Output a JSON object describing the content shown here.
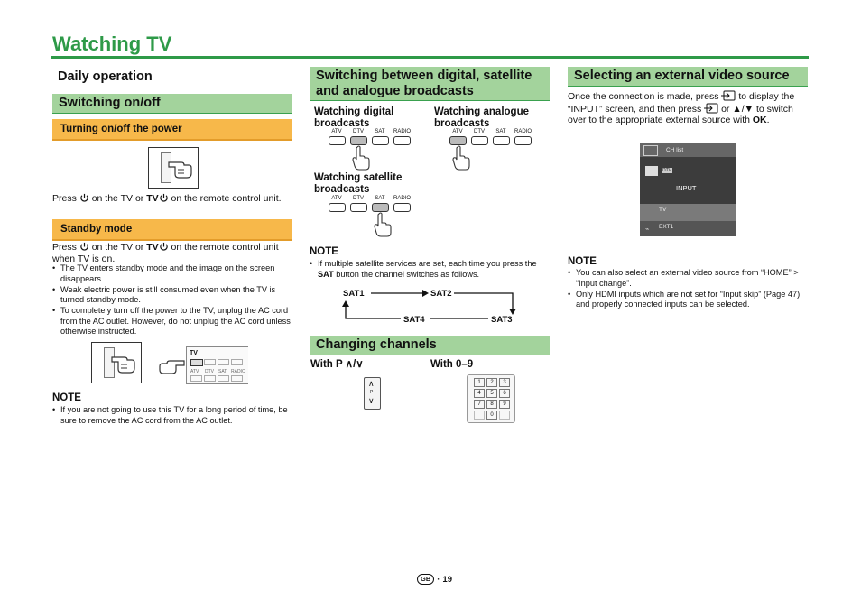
{
  "page": {
    "title": "Watching TV",
    "page_number": "19",
    "page_region": "GB"
  },
  "col1": {
    "heading": "Daily operation",
    "bar": "Switching on/off",
    "power_bar": "Turning on/off the power",
    "power_text_a": "Press",
    "power_text_b": "on the TV or",
    "power_text_tv": "TV",
    "power_text_c": "on the remote control unit.",
    "standby_bar": "Standby mode",
    "standby_text_a": "Press",
    "standby_text_b": "on the TV or",
    "standby_text_tv": "TV",
    "standby_text_c": "on the remote control unit when TV is on.",
    "bullets": [
      "The TV enters standby mode and the image on the screen disappears.",
      "Weak electric power is still consumed even when the TV is turned standby mode.",
      "To completely turn off the power to the TV, unplug the AC cord from the AC outlet. However, do not unplug the AC cord unless otherwise instructed."
    ],
    "note_heading": "NOTE",
    "note_bullet": "If you are not going to use this TV for a long period of time, be sure to remove the AC cord from the AC outlet.",
    "remote_labels": [
      "TV",
      "ATV",
      "DTV",
      "SAT",
      "RADIO"
    ]
  },
  "col2": {
    "bar": "Switching between digital, satellite and analogue broadcasts",
    "digital": "Watching digital broadcasts",
    "analogue": "Watching analogue broadcasts",
    "satellite": "Watching satellite broadcasts",
    "buttons": [
      "ATV",
      "DTV",
      "SAT",
      "RADIO"
    ],
    "note_heading": "NOTE",
    "note_a": "If multiple satellite services are set, each time you press the",
    "note_sat": "SAT",
    "note_b": "button the channel switches as follows.",
    "cycle": [
      "SAT1",
      "SAT2",
      "SAT3",
      "SAT4"
    ],
    "channels_bar": "Changing channels",
    "with_p": "With P",
    "with_p_arrows": "∧/∨",
    "with_09": "With 0–9",
    "keypad": [
      "1",
      "2",
      "3",
      "4",
      "5",
      "6",
      "7",
      "8",
      "9",
      "",
      "0",
      ""
    ]
  },
  "col3": {
    "bar": "Selecting an external video source",
    "text_a": "Once the connection is made, press",
    "text_b": "to display the “INPUT” screen, and then press",
    "text_or": "or",
    "text_c": "to switch over to the appropriate external source with",
    "text_ok": "OK",
    "text_end": ".",
    "screen": {
      "ch_list": "CH list",
      "dtv": "DTV",
      "input": "INPUT",
      "tv": "TV",
      "ext1": "EXT1"
    },
    "note_heading": "NOTE",
    "note_bullets": [
      "You can also select an external video source from “HOME” > “Input change”.",
      "Only HDMI inputs which are not set for “Input skip” (Page 47) and properly connected inputs can be selected."
    ]
  }
}
